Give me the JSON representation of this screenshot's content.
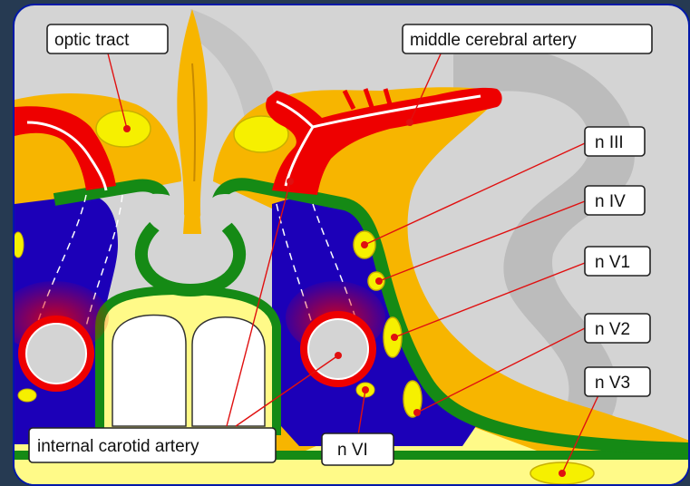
{
  "diagram": {
    "labels": {
      "optic_tract": "optic tract",
      "middle_cerebral_artery": "middle cerebral artery",
      "n_III": "n III",
      "n_IV": "n IV",
      "n_V1": "n V1",
      "n_V2": "n V2",
      "n_V3": "n V3",
      "n_VI": "n VI",
      "internal_carotid_artery": "internal carotid artery"
    },
    "colors": {
      "frame": "#263a52",
      "border": "#0018a8",
      "brain": "#d4d4d4",
      "brain_fold": "#bcbcbc",
      "csf": "#f7b500",
      "sinus": "#1c00b8",
      "dura": "#158a15",
      "artery": "#ee0000",
      "nerve": "#f6f000",
      "bone": "#fffa88",
      "pituitary": "#ffffff",
      "leader": "#e01010"
    }
  }
}
